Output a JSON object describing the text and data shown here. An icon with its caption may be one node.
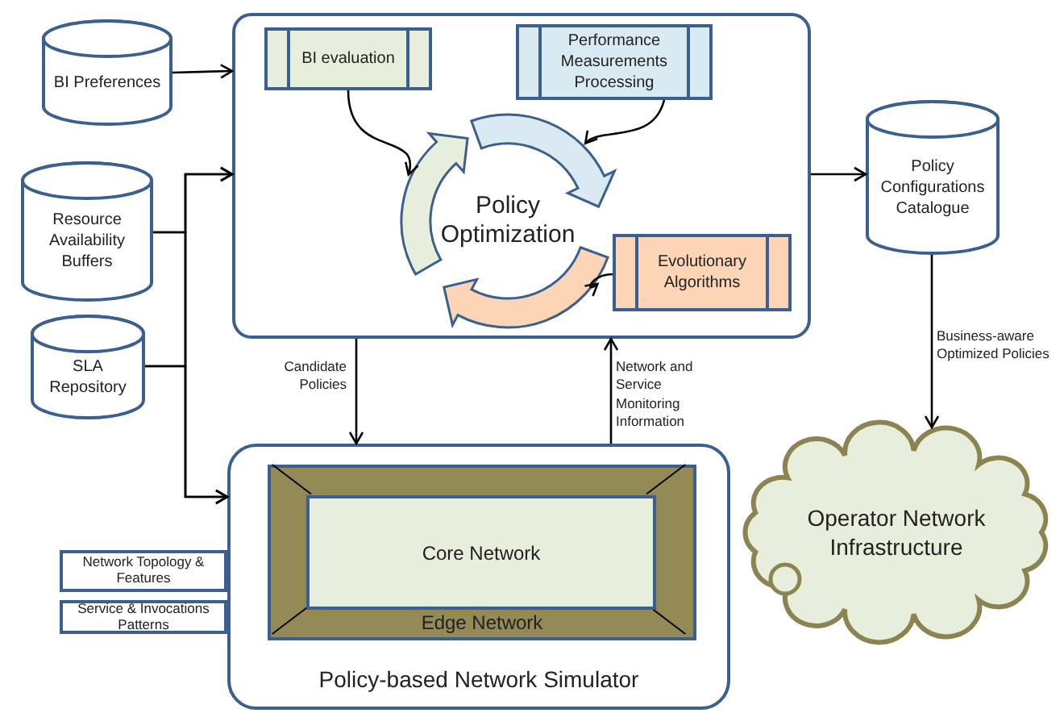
{
  "diagram": {
    "nodes": [
      {
        "text": [],
        "shape": "box"
      },
      {
        "text": [
          "BI evaluation"
        ],
        "in": 0
      },
      {
        "text": [
          "Performance Measurements Processing"
        ],
        "in": 0
      },
      {
        "text": [
          "Policy Optimization"
        ],
        "in": 0
      },
      {
        "text": [
          "Evolutionary Algorithms"
        ],
        "in": 0
      },
      {
        "text": [
          "BI Preferences"
        ]
      },
      {
        "text": [
          "Resource Availability Buffers"
        ]
      },
      {
        "text": [
          "SLA Repository"
        ]
      },
      {
        "text": [
          "Policy Configurations Catalogue"
        ]
      },
      {
        "text": [
          "Policy-based Network Simulator"
        ]
      },
      {
        "text": [
          "Edge Network"
        ],
        "in": 9
      },
      {
        "text": [
          "Core Network"
        ],
        "in": 10
      },
      {
        "text": [
          "Network Topology & Features"
        ]
      },
      {
        "text": [
          "Service & Invocations Patterns"
        ]
      },
      {
        "text": [
          "Operator Network Infrastructure"
        ]
      }
    ],
    "edges": [
      {
        "from": 5,
        "to": 0,
        "arrow": "to"
      },
      {
        "from": 6,
        "to": 0,
        "arrow": "to"
      },
      {
        "from": 6,
        "to": 9,
        "arrow": "to"
      },
      {
        "from": 7,
        "to": 0,
        "arrow": "to"
      },
      {
        "from": 7,
        "to": 9,
        "arrow": "to"
      },
      {
        "from": 1,
        "to": 3,
        "arrow": "to"
      },
      {
        "from": 2,
        "to": 3,
        "arrow": "to"
      },
      {
        "from": 4,
        "to": 3,
        "arrow": "to"
      },
      {
        "from": 0,
        "to": 9,
        "arrow": "to",
        "label": "Candidate Policies"
      },
      {
        "from": 9,
        "to": 0,
        "arrow": "to",
        "label": "Network and Service Monitoring Information"
      },
      {
        "from": 0,
        "to": 8,
        "arrow": "to"
      },
      {
        "from": 8,
        "to": 14,
        "arrow": "to",
        "label": "Business-aware Optimized Policies"
      }
    ]
  }
}
